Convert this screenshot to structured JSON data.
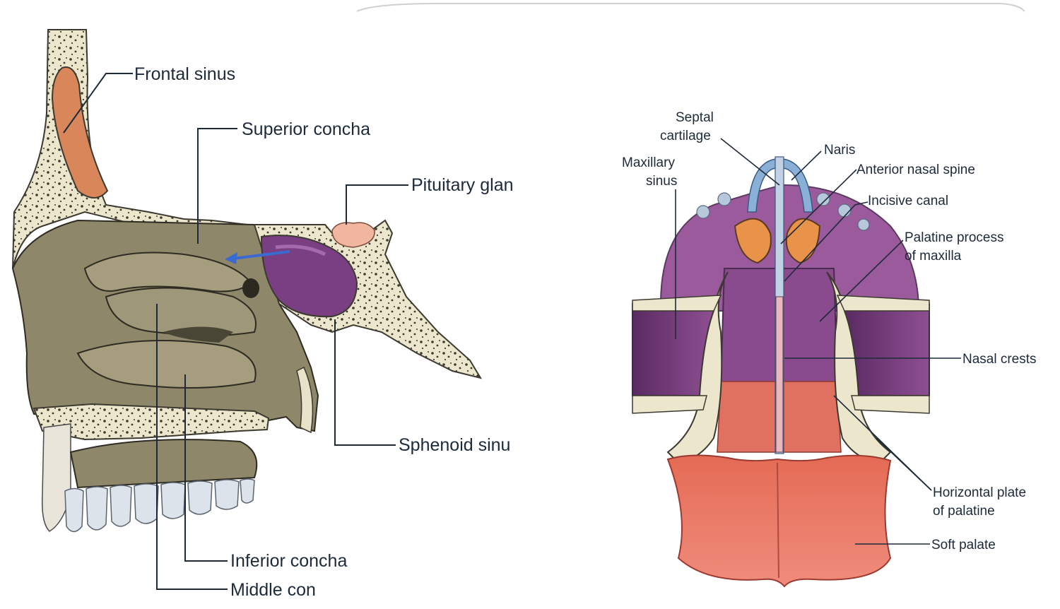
{
  "left_figure": {
    "labels": {
      "frontal_sinus": "Frontal sinus",
      "superior_concha": "Superior concha",
      "pituitary_gland": "Pituitary glan",
      "sphenoid_sinus": "Sphenoid sinu",
      "inferior_concha": "Inferior concha",
      "middle_concha": "Middle con"
    }
  },
  "right_figure": {
    "labels": {
      "septal_cartilage_1": "Septal",
      "septal_cartilage_2": "cartilage",
      "maxillary_sinus_1": "Maxillary",
      "maxillary_sinus_2": "sinus",
      "naris": "Naris",
      "anterior_nasal_spine": "Anterior nasal spine",
      "incisive_canal": "Incisive canal",
      "palatine_process_1": "Palatine process",
      "palatine_process_2": "of maxilla",
      "nasal_crests": "Nasal crests",
      "horizontal_plate_1": "Horizontal plate",
      "horizontal_plate_2": "of palatine",
      "soft_palate": "Soft palate"
    }
  },
  "colors": {
    "bone": "#8f876a",
    "bone_light": "#e8e2c8",
    "sinus_purple": "#7a3f82",
    "gland_pink": "#f0b6a0",
    "frontal_orange": "#d9875a",
    "palate_purple": "#9b5a9b",
    "soft_palate_red": "#e07060"
  }
}
